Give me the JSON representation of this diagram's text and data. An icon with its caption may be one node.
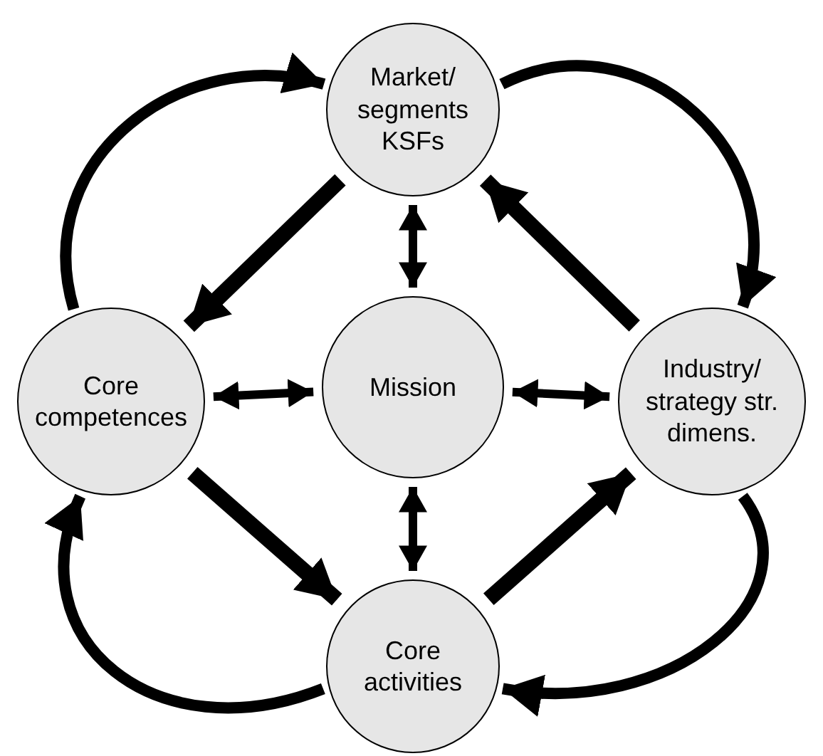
{
  "diagram": {
    "nodes": [
      {
        "text": [
          "Market/ segments KSFs"
        ]
      },
      {
        "text": [
          "Core competences"
        ]
      },
      {
        "text": [
          "Mission"
        ]
      },
      {
        "text": [
          "Industry/ strategy str. dimens."
        ]
      },
      {
        "text": [
          "Core activities"
        ]
      }
    ],
    "edges": [
      {
        "from": 2,
        "to": 0,
        "arrow": "both"
      },
      {
        "from": 2,
        "to": 1,
        "arrow": "both"
      },
      {
        "from": 2,
        "to": 3,
        "arrow": "both"
      },
      {
        "from": 2,
        "to": 4,
        "arrow": "both"
      },
      {
        "from": 0,
        "to": 1,
        "arrow": "to"
      },
      {
        "from": 1,
        "to": 4,
        "arrow": "to"
      },
      {
        "from": 4,
        "to": 3,
        "arrow": "to"
      },
      {
        "from": 3,
        "to": 0,
        "arrow": "to"
      },
      {
        "from": 1,
        "to": 0,
        "arrow": "to"
      },
      {
        "from": 0,
        "to": 3,
        "arrow": "to"
      },
      {
        "from": 3,
        "to": 4,
        "arrow": "to"
      },
      {
        "from": 4,
        "to": 1,
        "arrow": "to"
      }
    ]
  }
}
